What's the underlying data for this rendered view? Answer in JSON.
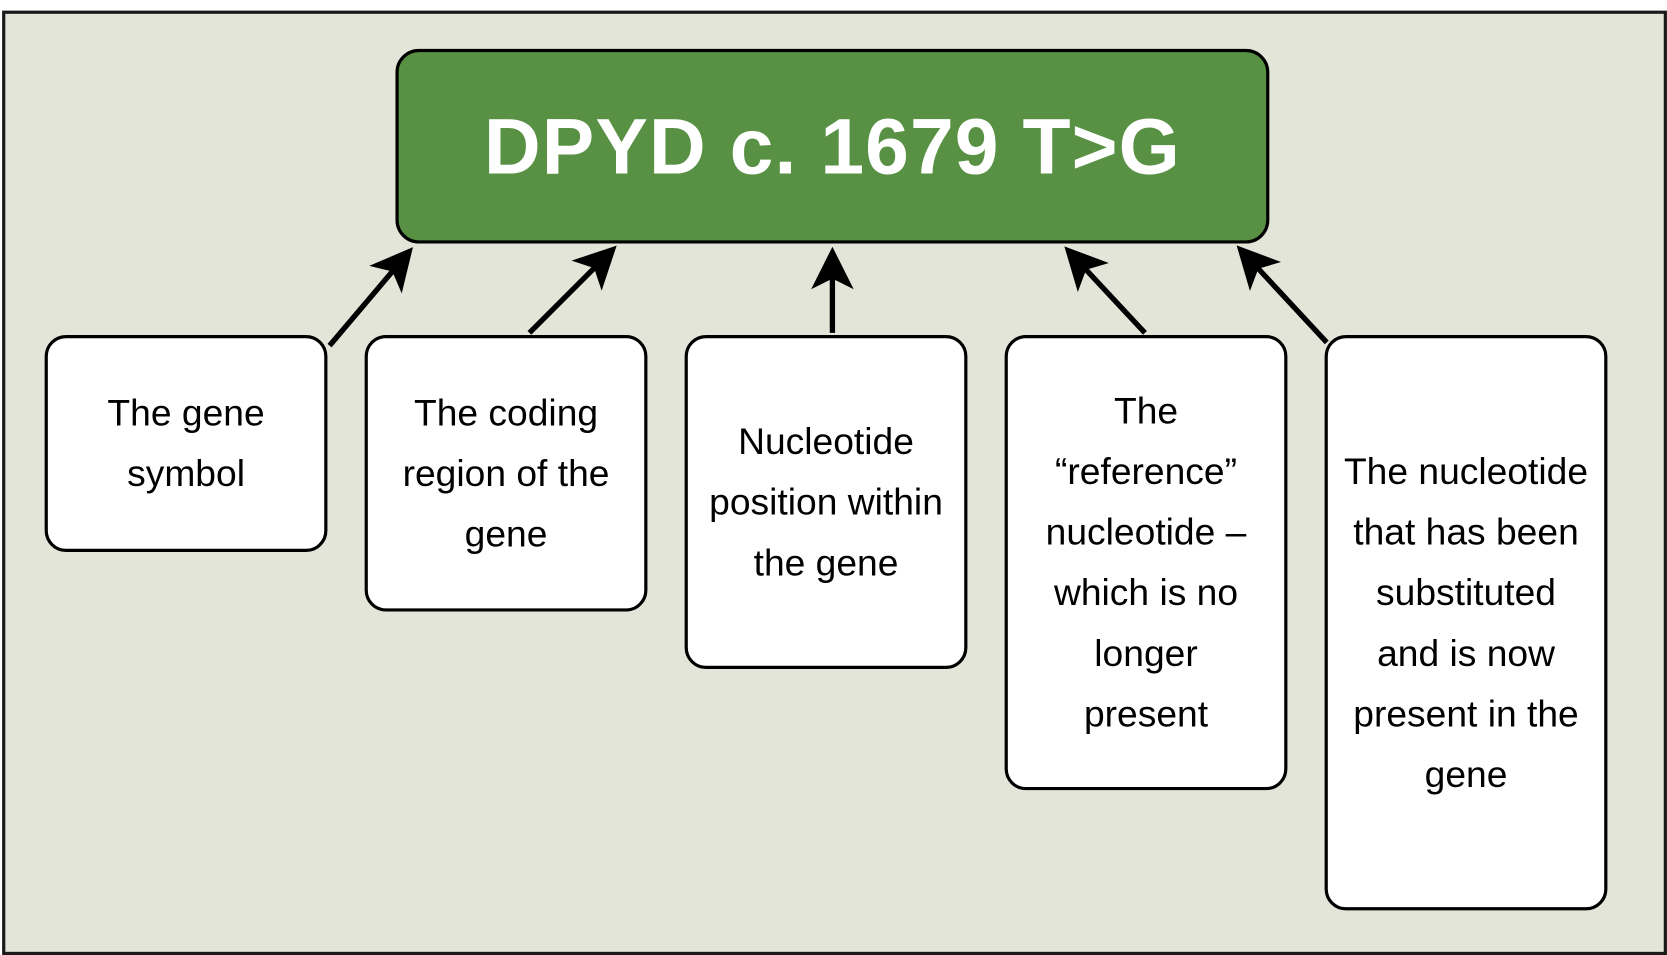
{
  "title": "DPYD c. 1679 T>G",
  "colors": {
    "title_bg": "#589143",
    "background": "#e2e5d7"
  },
  "labels": [
    "The gene symbol",
    "The coding region of the gene",
    "Nucleotide position within the gene",
    "The “reference” nucleotide –which is no longer present",
    "The nucleotide that has been substituted and is now present in the gene"
  ]
}
